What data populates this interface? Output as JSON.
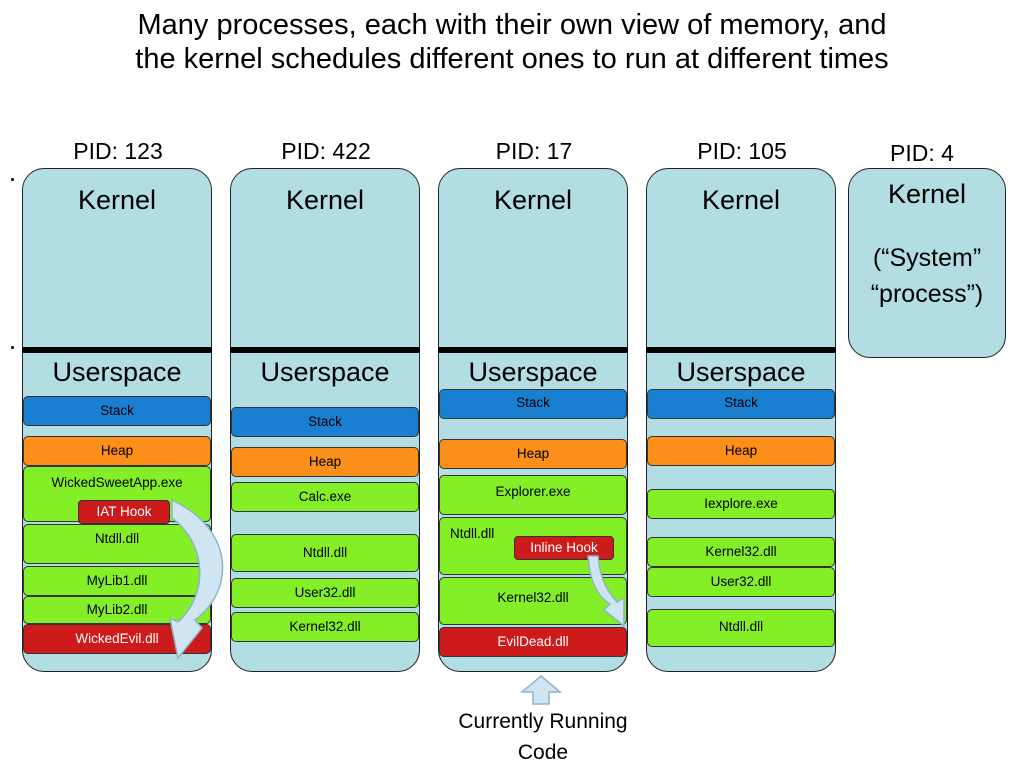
{
  "title": {
    "line1": "Many processes, each with their own view of memory, and",
    "line2": "the kernel schedules different ones to run at different times"
  },
  "processes": [
    {
      "pid": "PID: 123",
      "kernel": "Kernel",
      "userspace": "Userspace",
      "blocks": {
        "stack": "Stack",
        "heap": "Heap",
        "app": "WickedSweetApp.exe",
        "ntdll": "Ntdll.dll",
        "mylib1": "MyLib1.dll",
        "mylib2": "MyLib2.dll",
        "evil": "WickedEvil.dll"
      },
      "hook": "IAT Hook"
    },
    {
      "pid": "PID: 422",
      "kernel": "Kernel",
      "userspace": "Userspace",
      "blocks": {
        "stack": "Stack",
        "heap": "Heap",
        "app": "Calc.exe",
        "ntdll": "Ntdll.dll",
        "user32": "User32.dll",
        "kernel32": "Kernel32.dll"
      }
    },
    {
      "pid": "PID: 17",
      "kernel": "Kernel",
      "userspace": "Userspace",
      "blocks": {
        "stack": "Stack",
        "heap": "Heap",
        "app": "Explorer.exe",
        "ntdll": "Ntdll.dll",
        "kernel32": "Kernel32.dll",
        "evil": "EvilDead.dll"
      },
      "hook": "Inline Hook"
    },
    {
      "pid": "PID: 105",
      "kernel": "Kernel",
      "userspace": "Userspace",
      "blocks": {
        "stack": "Stack",
        "heap": "Heap",
        "app": "Iexplore.exe",
        "kernel32": "Kernel32.dll",
        "user32": "User32.dll",
        "ntdll": "Ntdll.dll"
      }
    }
  ],
  "system": {
    "pid": "PID: 4",
    "kernel": "Kernel",
    "line1": "(“System”",
    "line2": "“process”)"
  },
  "running": {
    "line1": "Currently Running",
    "line2": "Code"
  },
  "colors": {
    "stack": "#1b7fd1",
    "heap": "#fb8f1a",
    "library": "#84ee26",
    "malicious": "#cd1b1b",
    "process": "#b1dde3",
    "arrow": "#cfe6f2"
  }
}
